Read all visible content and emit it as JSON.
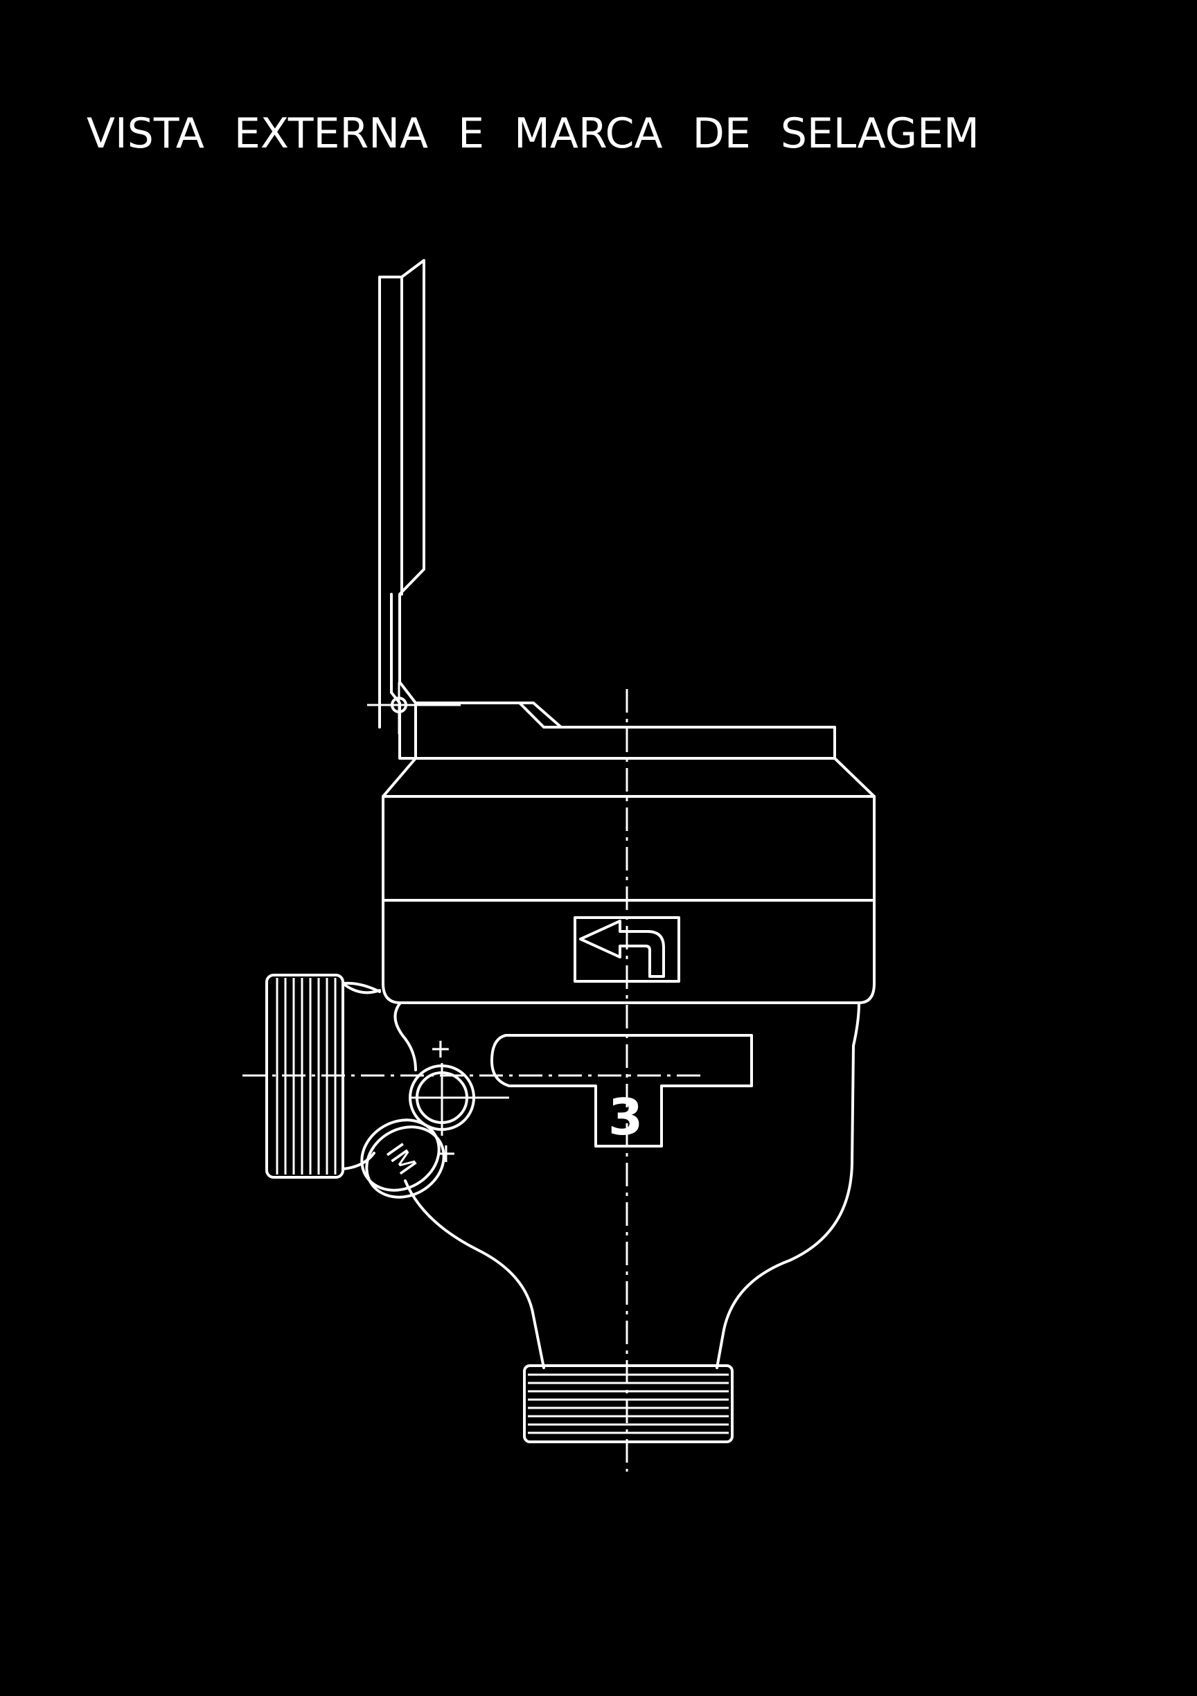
{
  "title": "VISTA EXTERNA E MARCA DE SELAGEM",
  "labels": {
    "seal_plate_number": "3",
    "seal_cap_text": "IM",
    "plus_sign": "+"
  },
  "colors": {
    "background": "#000000",
    "lines": "#ffffff"
  },
  "icons": {
    "flow_direction": "flow-arrow-icon"
  }
}
